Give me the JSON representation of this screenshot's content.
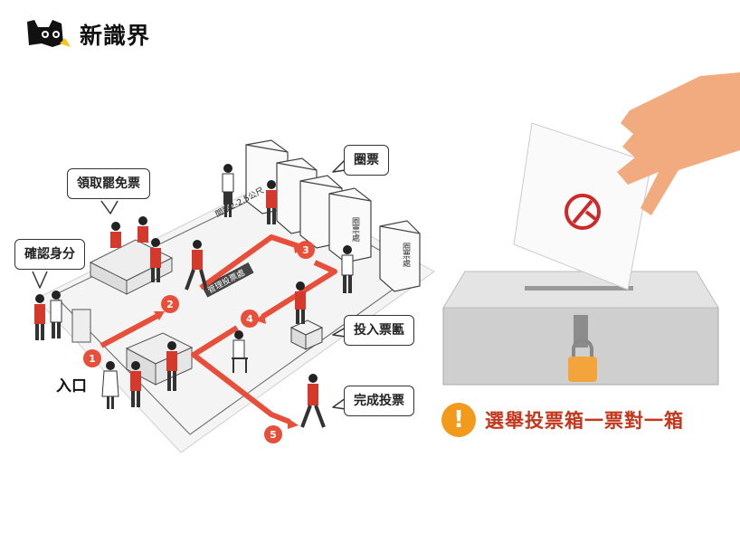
{
  "logo": {
    "name": "新識界"
  },
  "callouts": {
    "confirm_identity": "確認身分",
    "receive_ballot": "領取罷免票",
    "mark_ballot": "圈票",
    "cast_ballot": "投入票匭",
    "done": "完成投票"
  },
  "entrance_label": "入口",
  "steps": [
    "1",
    "2",
    "3",
    "4",
    "5"
  ],
  "floor_labels": {
    "distance": "間隔2-2.5公尺",
    "guide": "管理投票處",
    "booth_sign_1": "圈票處",
    "booth_sign_2": "圈票處"
  },
  "notice": {
    "icon": "!",
    "text": "選舉投票箱一票對一箱"
  },
  "colors": {
    "route": "#e84f3a",
    "worker": "#d5392b",
    "notice_icon": "#f19a1c",
    "notice_text": "#c4371c"
  }
}
